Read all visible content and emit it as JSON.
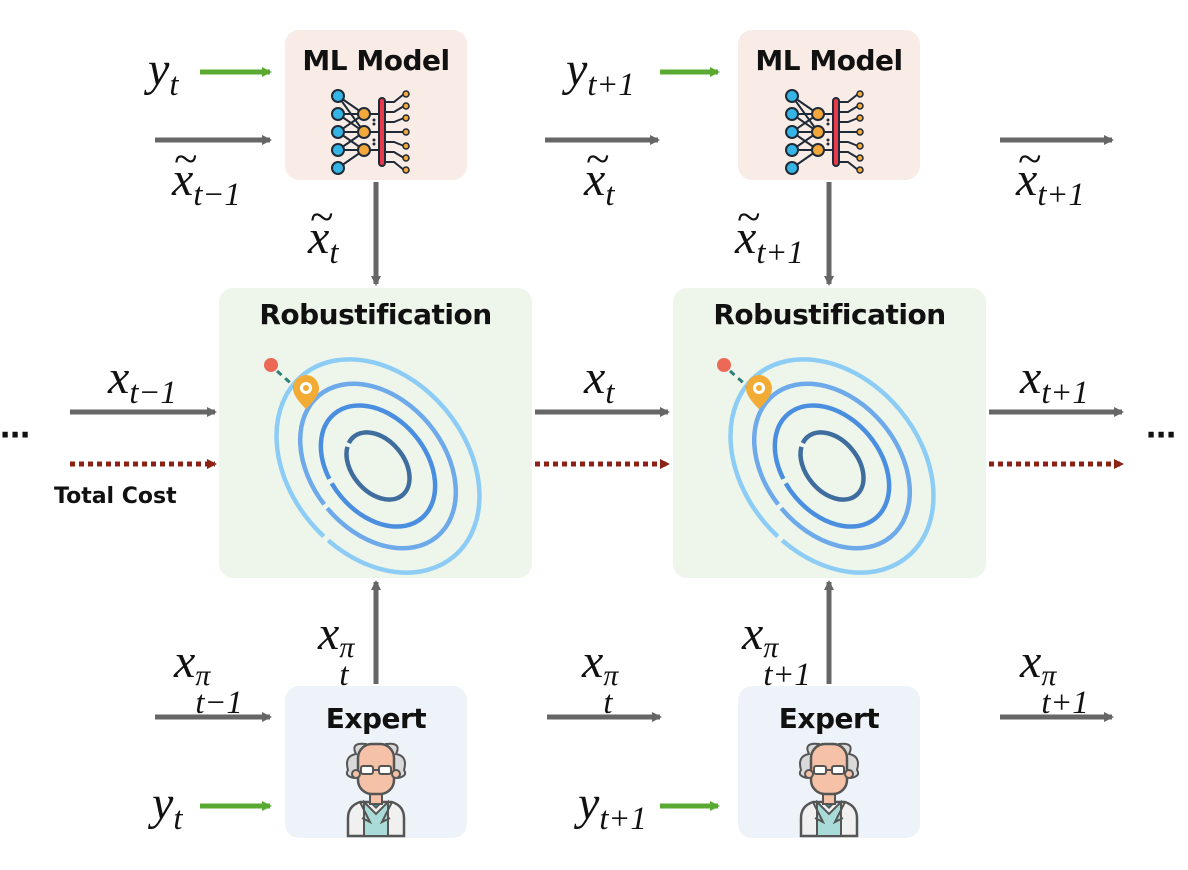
{
  "colors": {
    "ml_box_bg": "#f9ece7",
    "robust_box_bg": "#eef6ec",
    "expert_box_bg": "#edf3f8",
    "arrow_gray": "#666666",
    "arrow_green": "#5aaa32",
    "arrow_cost": "#8b2214",
    "contour_outer": "#8dcdf5",
    "contour_mid1": "#6ea9ea",
    "contour_mid2": "#4a8ee0",
    "contour_inner": "#3f6d9e",
    "dot_red": "#ec6a55",
    "arrow_teal": "#2f7f7a",
    "pin_orange": "#f2ac36"
  },
  "stages": [
    {
      "ml_model_title": "ML Model",
      "robust_title": "Robustification",
      "expert_title": "Expert",
      "ml_input_y": {
        "base": "y",
        "sub": "t"
      },
      "ml_input_xtilde": {
        "base": "x",
        "sub": "t−1",
        "tilde": "~"
      },
      "ml_output_down": {
        "base": "x",
        "sub": "t",
        "tilde": "~"
      },
      "robust_input_x": {
        "base": "x",
        "sub": "t−1"
      },
      "expert_input_xpi": {
        "base": "x",
        "sub": "t−1",
        "sup": "π"
      },
      "expert_output_up": {
        "base": "x",
        "sub": "t",
        "sup": "π"
      },
      "expert_input_y": {
        "base": "y",
        "sub": "t"
      }
    },
    {
      "ml_model_title": "ML Model",
      "robust_title": "Robustification",
      "expert_title": "Expert",
      "ml_input_y": {
        "base": "y",
        "sub": "t+1"
      },
      "ml_input_xtilde": {
        "base": "x",
        "sub": "t",
        "tilde": "~"
      },
      "ml_output_down": {
        "base": "x",
        "sub": "t+1",
        "tilde": "~"
      },
      "robust_input_x": {
        "base": "x",
        "sub": "t"
      },
      "expert_input_xpi": {
        "base": "x",
        "sub": "t",
        "sup": "π"
      },
      "expert_output_up": {
        "base": "x",
        "sub": "t+1",
        "sup": "π"
      },
      "expert_input_y": {
        "base": "y",
        "sub": "t+1"
      }
    }
  ],
  "outputs": {
    "ml_xtilde": {
      "base": "x",
      "sub": "t+1",
      "tilde": "~"
    },
    "robust_x": {
      "base": "x",
      "sub": "t+1"
    },
    "expert_xpi": {
      "base": "x",
      "sub": "t+1",
      "sup": "π"
    }
  },
  "total_cost_label": "Total Cost",
  "ellipsis": "⋯"
}
